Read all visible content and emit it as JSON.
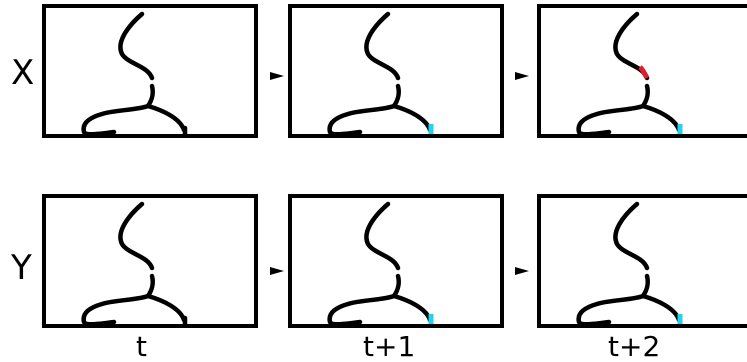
{
  "rows": [
    {
      "label": "X"
    },
    {
      "label": "Y"
    }
  ],
  "time_labels": [
    "t",
    "t+1",
    "t+2"
  ],
  "colors": {
    "frame": "#000000",
    "curve": "#000000",
    "cyan_highlight": "#22d3ee",
    "red_highlight": "#e11d2a"
  },
  "highlights": {
    "X": [
      {
        "panel": 1,
        "segments": [
          "cyan"
        ]
      },
      {
        "panel": 2,
        "segments": [
          "cyan",
          "red"
        ]
      }
    ],
    "Y": [
      {
        "panel": 1,
        "segments": [
          "cyan"
        ]
      },
      {
        "panel": 2,
        "segments": [
          "cyan"
        ]
      }
    ]
  }
}
